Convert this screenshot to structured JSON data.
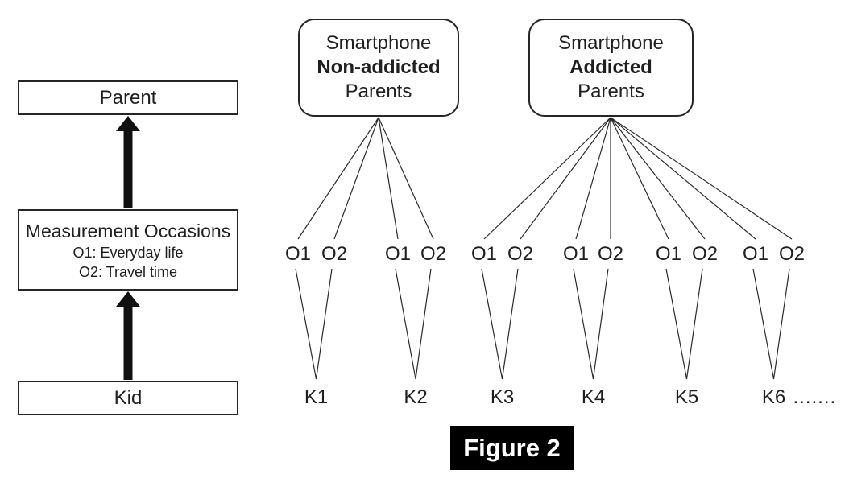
{
  "figure": {
    "caption": "Figure 2"
  },
  "hierarchy_panel": {
    "parent_label": "Parent",
    "measurement": {
      "title": "Measurement Occasions",
      "occasion_definitions": [
        "O1: Everyday life",
        "O2: Travel time"
      ]
    },
    "kid_label": "Kid"
  },
  "groups": [
    {
      "title": [
        "Smartphone",
        "Non-addicted",
        "Parents"
      ],
      "bold_line_index": 1,
      "kids": [
        {
          "label": "K1",
          "occasions": [
            "O1",
            "O2"
          ]
        },
        {
          "label": "K2",
          "occasions": [
            "O1",
            "O2"
          ]
        }
      ]
    },
    {
      "title": [
        "Smartphone",
        "Addicted",
        "Parents"
      ],
      "bold_line_index": 1,
      "kids": [
        {
          "label": "K3",
          "occasions": [
            "O1",
            "O2"
          ]
        },
        {
          "label": "K4",
          "occasions": [
            "O1",
            "O2"
          ]
        },
        {
          "label": "K5",
          "occasions": [
            "O1",
            "O2"
          ]
        },
        {
          "label": "K6",
          "suffix": ".......",
          "occasions": [
            "O1",
            "O2"
          ]
        }
      ]
    }
  ],
  "colors": {
    "ink": "#1f1f1f",
    "line": "#2b2b2b",
    "background": "#ffffff",
    "caption_background": "#000000",
    "caption_text": "#ffffff"
  }
}
